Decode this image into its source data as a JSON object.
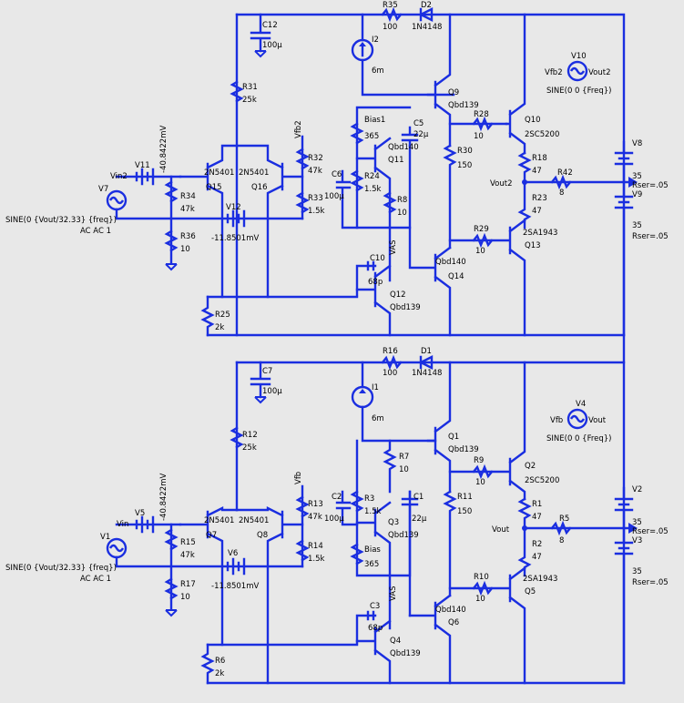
{
  "labels": {
    "R35": "R35",
    "v100_d2r": "100",
    "D2": "D2",
    "n4148_d2": "1N4148",
    "C12": "C12",
    "c12_val": "100µ",
    "I2": "I2",
    "i2_val": "6m",
    "R31": "R31",
    "r31_val": "25k",
    "Q9": "Q9",
    "q9_model": "Qbd139",
    "Bias1": "Bias1",
    "bias1_val": "365",
    "C5": "C5",
    "c5_val": "22µ",
    "Qbd140_q11": "Qbd140",
    "Q11": "Q11",
    "R28": "R28",
    "r28_val": "10",
    "Q10": "Q10",
    "q10_model": "2SC5200",
    "V10": "V10",
    "Vfb2": "Vfb2",
    "Vout2_src": "Vout2",
    "v10_spec": "SINE(0 0 {Freq})",
    "vfb2_top": "Vfb2",
    "R32": "R32",
    "r32_val": "47k",
    "R33": "R33",
    "r33_val": "1.5k",
    "Vin2": "Vin2",
    "V11": "V11",
    "v11_val": "-40.8422mV",
    "V7": "V7",
    "q15_model": "2N5401",
    "q16_model": "2N5401",
    "Q15": "Q15",
    "Q16": "Q16",
    "R34": "R34",
    "r34_val": "47k",
    "R36": "R36",
    "r36_val": "10",
    "v7_spec": "SINE(0 {Vout/32.33} {freq})",
    "v7_ac": "AC AC 1",
    "V12": "V12",
    "v12_val": "-11.8501mV",
    "C6": "C6",
    "c6_val": "100µ",
    "R24": "R24",
    "r24_val": "1.5k",
    "R8": "R8",
    "r8_val": "10",
    "R30": "R30",
    "r30_val": "150",
    "R18": "R18",
    "r18_val": "47",
    "Vout2": "Vout2",
    "R42": "R42",
    "r42_val": "8",
    "R23": "R23",
    "r23_val": "47",
    "V8": "V8",
    "v8_val": "35",
    "V9": "V9",
    "v9_val": "35",
    "rser_v8": "Rser=.05",
    "rser_v9": "Rser=.05",
    "R29": "R29",
    "r29_val": "10",
    "Q13": "Q13",
    "q13_model": "2SA1943",
    "VAS_top": "VAS",
    "C10": "C10",
    "c10_val": "68p",
    "Q14": "Q14",
    "q14_model": "Qbd140",
    "Q12": "Q12",
    "q12_model": "Qbd139",
    "R25": "R25",
    "r25_val": "2k",
    "R16": "R16",
    "r16_val": "100",
    "D1": "D1",
    "n4148_d1": "1N4148",
    "C7": "C7",
    "c7_val": "100µ",
    "I1": "I1",
    "i1_val": "6m",
    "R12": "R12",
    "r12_val": "25k",
    "Q1": "Q1",
    "q1_model": "Qbd139",
    "R7": "R7",
    "r7_val": "10",
    "R9": "R9",
    "r9_val": "10",
    "Q2": "Q2",
    "q2_model": "2SC5200",
    "V4": "V4",
    "Vfb_src": "Vfb",
    "Vout_src": "Vout",
    "v4_spec": "SINE(0 0 {Freq})",
    "vfb_top": "Vfb",
    "R13": "R13",
    "r13_val": "47k",
    "R14": "R14",
    "r14_val": "1.5k",
    "Vin": "Vin",
    "V5": "V5",
    "v5_val": "-40.8422mV",
    "V1": "V1",
    "q7_model": "2N5401",
    "q8_model": "2N5401",
    "Q7": "Q7",
    "Q8": "Q8",
    "R15": "R15",
    "r15_val": "47k",
    "R17": "R17",
    "r17_val": "10",
    "v1_spec": "SINE(0 {Vout/32.33} {freq})",
    "v1_ac": "AC AC 1",
    "V6": "V6",
    "v6_val": "-11.8501mV",
    "C2": "C2",
    "c2_val": "100µ",
    "R3": "R3",
    "r3_val": "1.5k",
    "Q3": "Q3",
    "q3_model": "Qbd139",
    "Bias": "Bias",
    "bias_val": "365",
    "C1": "C1",
    "c1_val": "22µ",
    "R11": "R11",
    "r11_val": "150",
    "R1": "R1",
    "r1_val": "47",
    "Vout": "Vout",
    "R5": "R5",
    "r5_val": "8",
    "R2": "R2",
    "r2_val": "47",
    "V2": "V2",
    "v2_val": "35",
    "V3": "V3",
    "v3_val": "35",
    "rser_v2": "Rser=.05",
    "rser_v3": "Rser=.05",
    "R10": "R10",
    "r10_val": "10",
    "Q5": "Q5",
    "q5_model": "2SA1943",
    "VAS_bot": "VAS",
    "C3": "C3",
    "c3_val": "68p",
    "Q6": "Q6",
    "q6_model": "Qbd140",
    "Q4": "Q4",
    "q4_model": "Qbd139",
    "R6": "R6",
    "r6_val": "2k"
  }
}
